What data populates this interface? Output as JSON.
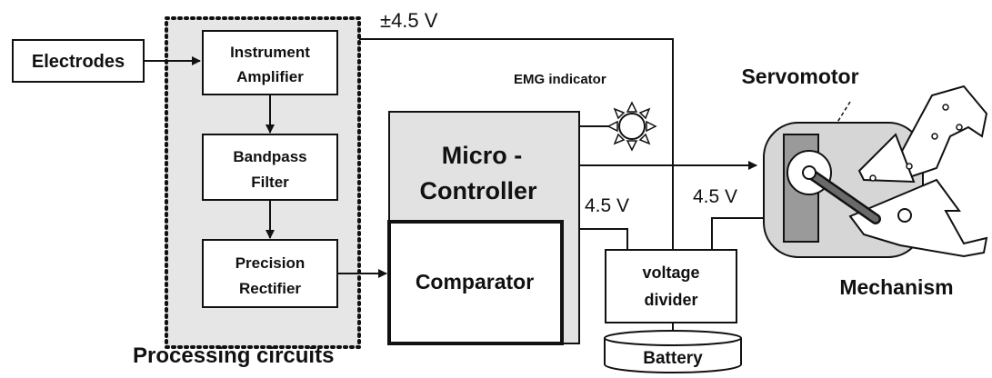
{
  "labels": {
    "electrodes": "Electrodes",
    "amp_line1": "Instrument",
    "amp_line2": "Amplifier",
    "filter_line1": "Bandpass",
    "filter_line2": "Filter",
    "rect_line1": "Precision",
    "rect_line2": "Rectifier",
    "processing": "Processing circuits",
    "supply": "±4.5 V",
    "emg": "EMG indicator",
    "mc_line1": "Micro -",
    "mc_line2": "Controller",
    "comparator": "Comparator",
    "v1": "4.5 V",
    "v2": "4.5 V",
    "vd_line1": "voltage",
    "vd_line2": "divider",
    "battery": "Battery",
    "servo": "Servomotor",
    "mechanism": "Mechanism"
  }
}
